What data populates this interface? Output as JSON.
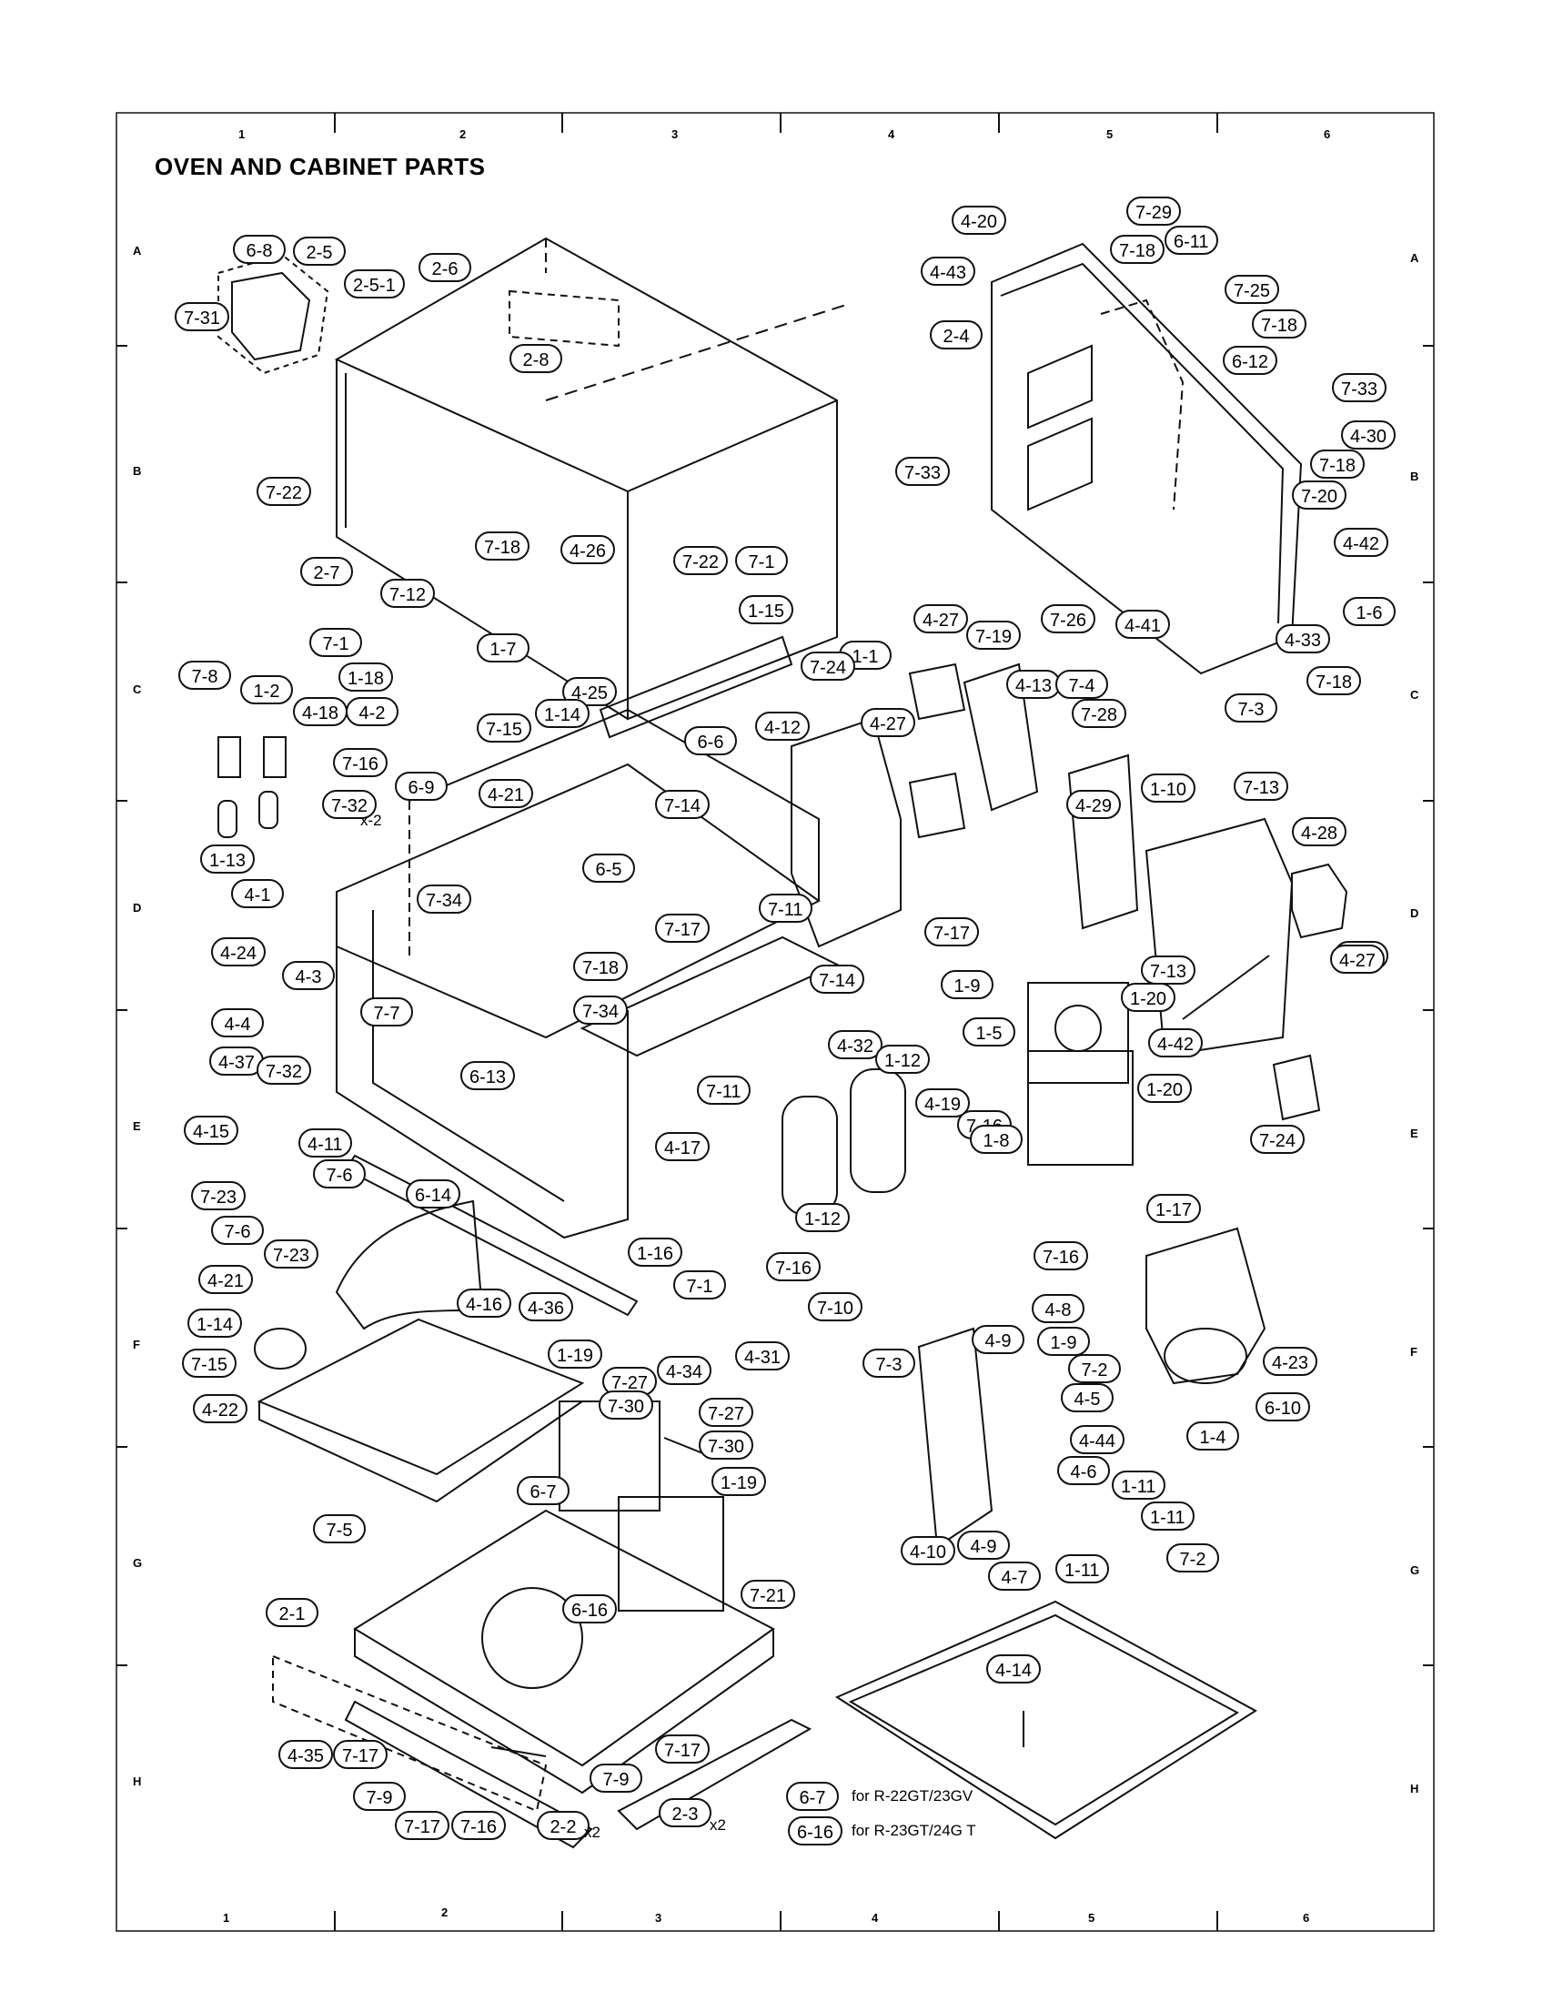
{
  "title": "OVEN AND CABINET PARTS",
  "columns": [
    "1",
    "2",
    "3",
    "4",
    "5",
    "6"
  ],
  "rows": [
    "A",
    "B",
    "C",
    "D",
    "E",
    "F",
    "G",
    "H"
  ],
  "notes": {
    "n67": "for R-22GT/23GV",
    "n616": "for R-23GT/24G T",
    "x2a": "x2",
    "x2b": "x2",
    "x2c": "x-2"
  },
  "parts": [
    "6-8",
    "2-5",
    "2-5-1",
    "7-31",
    "2-6",
    "2-8",
    "7-22",
    "7-33",
    "2-7",
    "7-18",
    "7-12",
    "4-26",
    "7-22",
    "7-1",
    "1-15",
    "7-1",
    "1-18",
    "1-7",
    "4-2",
    "4-25",
    "7-15",
    "1-14",
    "7-16",
    "7-32",
    "6-9",
    "4-21",
    "1-2",
    "7-8",
    "4-18",
    "1-13",
    "4-1",
    "7-34",
    "4-24",
    "4-3",
    "7-7",
    "6-5",
    "7-14",
    "6-6",
    "4-12",
    "1-1",
    "7-24",
    "4-27",
    "7-19",
    "4-13",
    "4-27",
    "7-17",
    "7-11",
    "7-18",
    "7-34",
    "4-4",
    "4-37",
    "7-32",
    "6-13",
    "4-11",
    "4-15",
    "7-23",
    "7-6",
    "7-6",
    "6-14",
    "4-32",
    "7-14",
    "4-20",
    "7-29",
    "7-18",
    "6-11",
    "4-43",
    "7-25",
    "2-4",
    "7-18",
    "6-12",
    "7-33",
    "4-30",
    "7-18",
    "7-20",
    "4-42",
    "1-6",
    "4-33",
    "7-18",
    "7-26",
    "4-41",
    "7-3",
    "7-4",
    "7-28",
    "1-10",
    "7-13",
    "4-29",
    "4-28",
    "4-27",
    "7-17",
    "1-9",
    "1-5",
    "1-20",
    "7-13",
    "1-20",
    "4-42",
    "4-27",
    "1-12",
    "7-11",
    "4-19",
    "7-16",
    "1-8",
    "1-12",
    "4-17",
    "7-24",
    "1-17",
    "7-23",
    "4-21",
    "4-16",
    "4-36",
    "1-16",
    "7-1",
    "7-16",
    "7-10",
    "7-16",
    "1-14",
    "7-15",
    "4-22",
    "1-19",
    "7-27",
    "7-30",
    "4-34",
    "7-27",
    "7-30",
    "4-31",
    "4-8",
    "4-9",
    "1-9",
    "7-3",
    "7-2",
    "4-5",
    "4-44",
    "4-6",
    "4-23",
    "6-10",
    "1-4",
    "7-5",
    "6-7",
    "1-19",
    "1-11",
    "1-11",
    "7-2",
    "4-10",
    "4-9",
    "4-7",
    "1-11",
    "6-16",
    "7-21",
    "2-1",
    "4-14",
    "4-35",
    "7-17",
    "7-9",
    "7-17",
    "7-9",
    "7-17",
    "7-16",
    "2-2",
    "2-3",
    "6-7",
    "6-16"
  ]
}
